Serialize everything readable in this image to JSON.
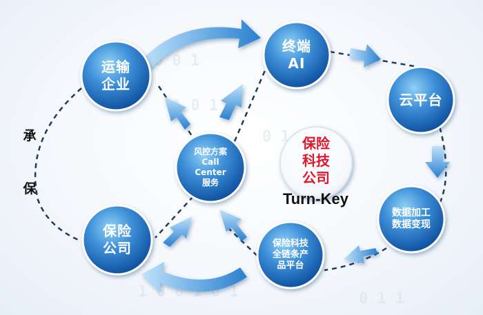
{
  "nodes": {
    "transport": {
      "line1": "运输",
      "line2": "企业"
    },
    "terminal": {
      "line1": "终端",
      "line2": "AI"
    },
    "cloud": {
      "line1": "云平台"
    },
    "data": {
      "line1": "数据加工",
      "line2": "数据变现"
    },
    "chain": {
      "line1": "保险科技",
      "line2": "全链条产",
      "line3": "品平台"
    },
    "insurer": {
      "line1": "保险",
      "line2": "公司"
    },
    "risk": {
      "line1": "风控方案",
      "line2": "Call",
      "line3": "Center",
      "line4": "服务"
    }
  },
  "side_label": [
    "承",
    "保"
  ],
  "center": {
    "company": [
      "保险",
      "科技",
      "公司"
    ],
    "turnkey": "Turn-Key"
  },
  "colors": {
    "node_light": "#7fc3ef",
    "node_dark": "#1058a8",
    "arrow_light": "#9fd4f6",
    "arrow_dark": "#2a7fd0",
    "dash": "#1e3a5a",
    "accent_red": "#e0162b"
  }
}
